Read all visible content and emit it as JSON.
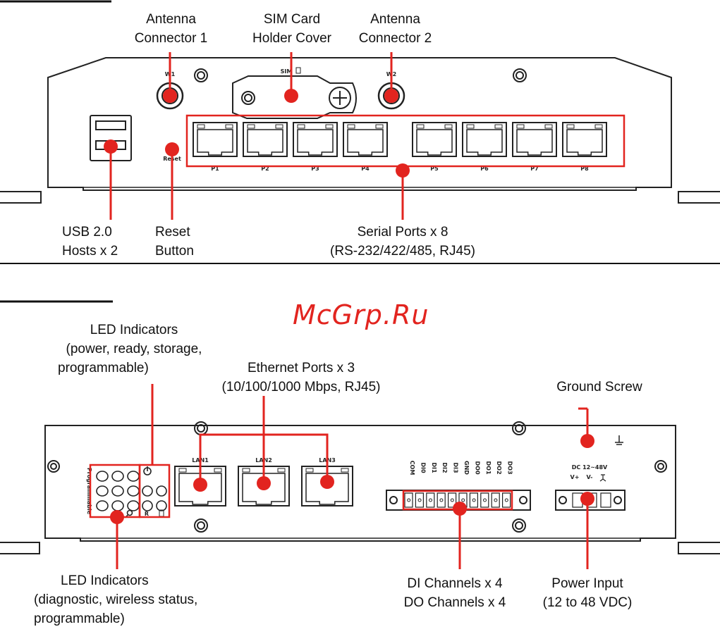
{
  "watermark": "McGrp.Ru",
  "top_panel": {
    "labels": {
      "antenna1": [
        "Antenna",
        "Connector 1"
      ],
      "sim": [
        "SIM Card",
        "Holder Cover"
      ],
      "antenna2": [
        "Antenna",
        "Connector 2"
      ],
      "usb": [
        "USB 2.0",
        "Hosts x 2"
      ],
      "reset": [
        "Reset",
        "Button"
      ],
      "serial": [
        "Serial Ports x 8",
        "(RS-232/422/485, RJ45)"
      ]
    },
    "markings": {
      "w1": "W1",
      "w2": "W2",
      "sim": "SIM",
      "reset": "Reset",
      "ports": [
        "P1",
        "P2",
        "P3",
        "P4",
        "P5",
        "P6",
        "P7",
        "P8"
      ]
    }
  },
  "bottom_panel": {
    "labels": {
      "led_top": [
        "LED Indicators",
        "(power, ready, storage,",
        "programmable)"
      ],
      "ethernet": [
        "Ethernet Ports x 3",
        "(10/100/1000 Mbps, RJ45)"
      ],
      "ground": [
        "Ground Screw"
      ],
      "led_bottom": [
        "LED Indicators",
        "(diagnostic, wireless status,",
        "programmable)"
      ],
      "dio": [
        "DI Channels x 4",
        "DO Channels x 4"
      ],
      "power": [
        "Power Input",
        "(12 to 48 VDC)"
      ]
    },
    "markings": {
      "programmable": "Programmable",
      "lan": [
        "LAN1",
        "LAN2",
        "LAN3"
      ],
      "terminals": [
        "COM",
        "DI0",
        "DI1",
        "DI2",
        "DI3",
        "GND",
        "DO0",
        "DO1",
        "DO2",
        "DO3"
      ],
      "dc": "DC 12~48V",
      "vplus": "V+",
      "vminus": "V-",
      "r": "R"
    }
  },
  "colors": {
    "accent": "#e2241f",
    "outline": "#222222",
    "panel": "#ffffff"
  }
}
